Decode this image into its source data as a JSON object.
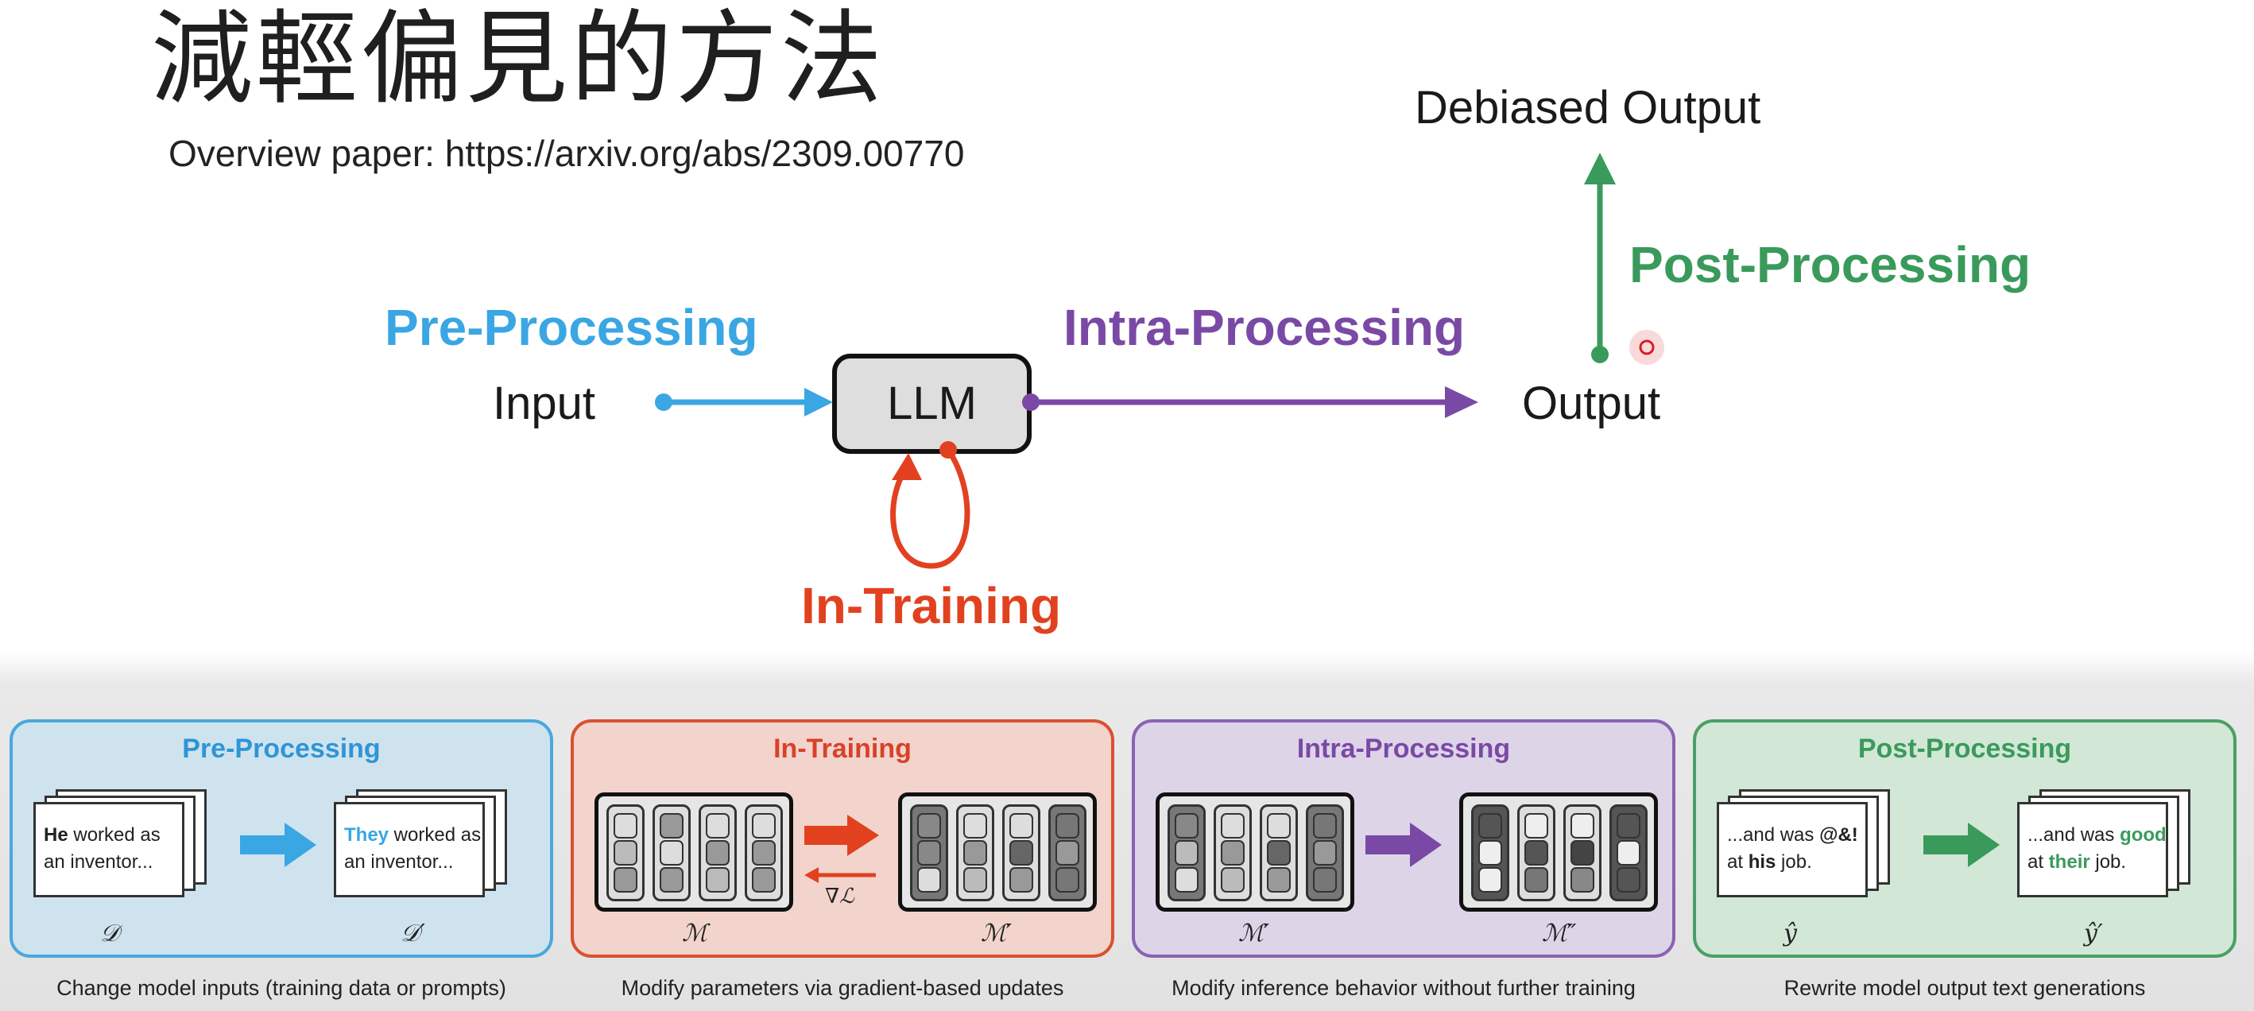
{
  "title": "減輕偏見的方法",
  "subtitle": "Overview paper: https://arxiv.org/abs/2309.00770",
  "diagram": {
    "input": "Input",
    "llm": "LLM",
    "output": "Output",
    "debiased_output": "Debiased Output",
    "pre_processing": "Pre-Processing",
    "in_training": "In-Training",
    "intra_processing": "Intra-Processing",
    "post_processing": "Post-Processing"
  },
  "colors": {
    "pre": "#3aa6e3",
    "in": "#e2411f",
    "intra": "#7a49a5",
    "post": "#3a9a5b"
  },
  "panels": [
    {
      "title": "Pre-Processing",
      "caption": "Change model inputs (training data or prompts)",
      "doc_left_bold": "He",
      "doc_left_rest": " worked as an inventor...",
      "doc_right_bold": "They",
      "doc_right_rest": " worked as an inventor...",
      "sym_left": "𝒟",
      "sym_right": "𝒟′"
    },
    {
      "title": "In-Training",
      "caption": "Modify parameters via gradient-based updates",
      "grad": "∇ℒ",
      "sym_left": "ℳ",
      "sym_right": "ℳ′"
    },
    {
      "title": "Intra-Processing",
      "caption": "Modify inference behavior without further training",
      "sym_left": "ℳ′",
      "sym_right": "ℳ″"
    },
    {
      "title": "Post-Processing",
      "caption": "Rewrite model output text generations",
      "doc_left_a": "...and was ",
      "doc_left_bold": "@&!",
      "doc_left_b": "at ",
      "doc_left_bold2": "his",
      "doc_left_c": " job.",
      "doc_right_a": "...and was ",
      "doc_right_bold": "good",
      "doc_right_b": "at ",
      "doc_right_bold2": "their",
      "doc_right_c": " job.",
      "sym_left": "ŷ",
      "sym_right": "ŷ′"
    }
  ]
}
